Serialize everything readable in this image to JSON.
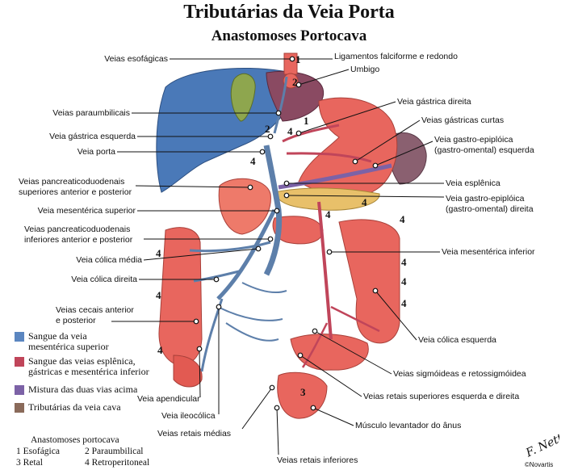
{
  "title": "Tributárias da Veia Porta",
  "subtitle": "Anastomoses Portocava",
  "left_labels": {
    "esofagicas": "Veias esofágicas",
    "paraumbilicais": "Veias paraumbilicais",
    "gastrica_esquerda": "Veia gástrica esquerda",
    "porta": "Veia porta",
    "pancreatico_sup_1": "Veias pancreaticoduodenais",
    "pancreatico_sup_2": "superiores anterior e posterior",
    "mesenterica_superior": "Veia mesentérica superior",
    "pancreatico_inf_1": "Veias pancreaticoduodenais",
    "pancreatico_inf_2": "inferiores anterior e posterior",
    "colica_media": "Veia cólica média",
    "colica_direita": "Veia cólica direita",
    "cecais_1": "Veias cecais anterior",
    "cecais_2": "e posterior"
  },
  "right_labels": {
    "ligamentos": "Ligamentos falciforme e redondo",
    "umbigo": "Umbigo",
    "gastrica_direita": "Veia gástrica direita",
    "gastricas_curtas": "Veias gástricas curtas",
    "gastroepiploica_esq_1": "Veia gastro-epiplóica",
    "gastroepiploica_esq_2": "(gastro-omental) esquerda",
    "esplenica": "Veia esplênica",
    "gastroepiploica_dir_1": "Veia gastro-epiplóica",
    "gastroepiploica_dir_2": "(gastro-omental) direita",
    "mesenterica_inferior": "Veia mesentérica inferior",
    "colica_esquerda": "Veia cólica esquerda",
    "sigmoideas": "Veias sigmóideas e retossigmóidea",
    "retais_superiores": "Veias retais superiores esquerda e direita",
    "levantador": "Músculo levantador do ânus"
  },
  "bottom_labels": {
    "apendicular": "Veia apendicular",
    "ileocolica": "Veia ileocólica",
    "retais_medias": "Veias retais médias",
    "retais_inferiores": "Veias retais inferiores"
  },
  "legend": [
    {
      "line1": "Sangue da veia",
      "line2": "mesentérica superior",
      "color": "#5b86c0"
    },
    {
      "line1": "Sangue das veias esplênica,",
      "line2": "gástricas e mesentérica inferior",
      "color": "#c0455a"
    },
    {
      "line1": "Mistura das duas vias acima",
      "line2": "",
      "color": "#7c62a6"
    },
    {
      "line1": "Tributárias da veia cava",
      "line2": "",
      "color": "#8a6a5a"
    }
  ],
  "anastomoses": {
    "heading": "Anastomoses portocava",
    "items": [
      "1 Esofágica",
      "2 Paraumbilical",
      "3 Retal",
      "4 Retroperitoneal"
    ]
  },
  "region_numbers": [
    "1",
    "2",
    "2",
    "1",
    "4",
    "4",
    "4",
    "4",
    "4",
    "4",
    "4",
    "4",
    "4",
    "4",
    "4",
    "3"
  ],
  "signature": "F. Netter",
  "copyright": "©Novartis",
  "colors": {
    "liver": "#4a79b8",
    "organ_red": "#e8665e",
    "portal_blue": "#5d7faa",
    "mixed_purple": "#7c62a6",
    "gallbladder": "#8ea64e",
    "spleen": "#8a6070"
  }
}
